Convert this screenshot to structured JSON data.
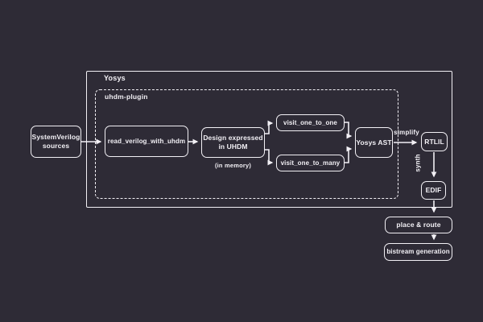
{
  "canvas": {
    "bg": "#2e2b36",
    "fg": "#f2f0f5"
  },
  "containers": {
    "yosys": {
      "label": "Yosys"
    },
    "uhdm_plugin": {
      "label": "uhdm-plugin"
    }
  },
  "nodes": {
    "sv_sources": {
      "label": "SystemVerilog sources"
    },
    "read_verilog": {
      "label": "read_verilog_with_uhdm"
    },
    "design_uhdm": {
      "label": "Design expressed in UHDM"
    },
    "in_memory": {
      "label": "(in memory)"
    },
    "visit_one_to_one": {
      "label": "visit_one_to_one"
    },
    "visit_one_to_many": {
      "label": "visit_one_to_many"
    },
    "yosys_ast": {
      "label": "Yosys AST"
    },
    "rtlil": {
      "label": "RTLIL"
    },
    "edif": {
      "label": "EDIF"
    },
    "place_route": {
      "label": "place & route"
    },
    "bistream": {
      "label": "bistream generation"
    }
  },
  "edge_labels": {
    "simplify": "simplify",
    "synth": "synth"
  }
}
